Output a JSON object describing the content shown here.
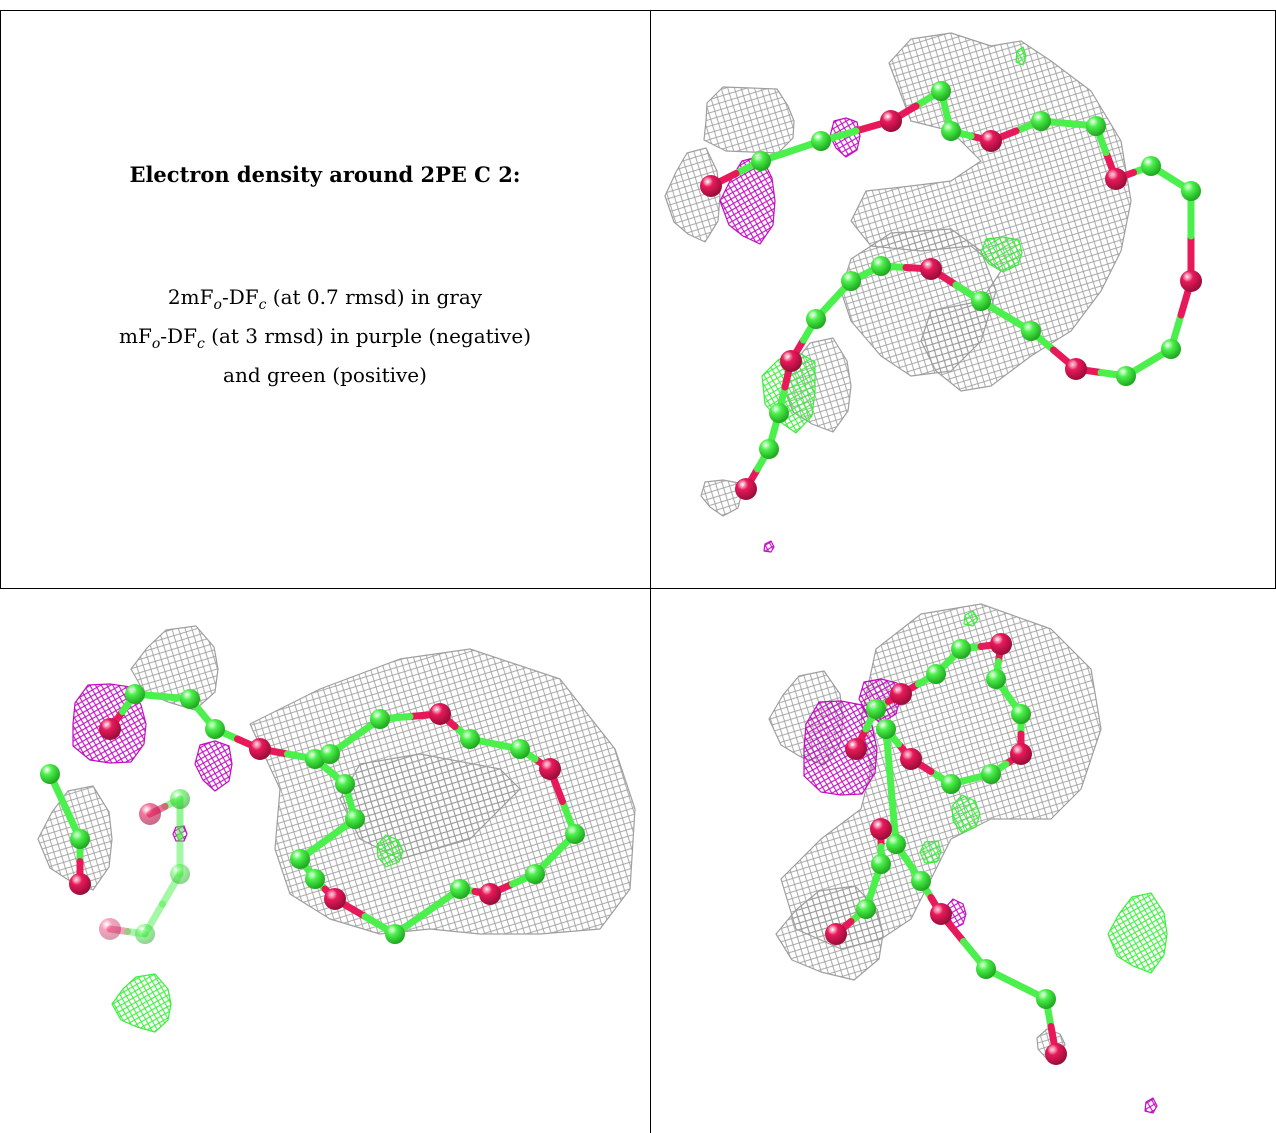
{
  "caption": {
    "title": "Electron density around 2PE C 2:",
    "line1": {
      "a": "2mF",
      "a_sub": "o",
      "b": "-DF",
      "b_sub": "c",
      "rest": " (at 0.7 rmsd) in gray"
    },
    "line2": {
      "a": "mF",
      "a_sub": "o",
      "b": "-DF",
      "b_sub": "c",
      "rest": " (at 3 rmsd) in purple (negative)"
    },
    "line3": "and green (positive)"
  },
  "colors": {
    "mesh_gray": "#9a9a9a",
    "negative_purple": "#c000c0",
    "positive_green": "#33ee33",
    "carbon_green": "#4cf04c",
    "oxygen_pink": "#e8195a"
  },
  "panels": [
    {
      "name": "view-top-right",
      "view": 1
    },
    {
      "name": "view-bottom-left",
      "view": 2
    },
    {
      "name": "view-bottom-right",
      "view": 3
    }
  ]
}
